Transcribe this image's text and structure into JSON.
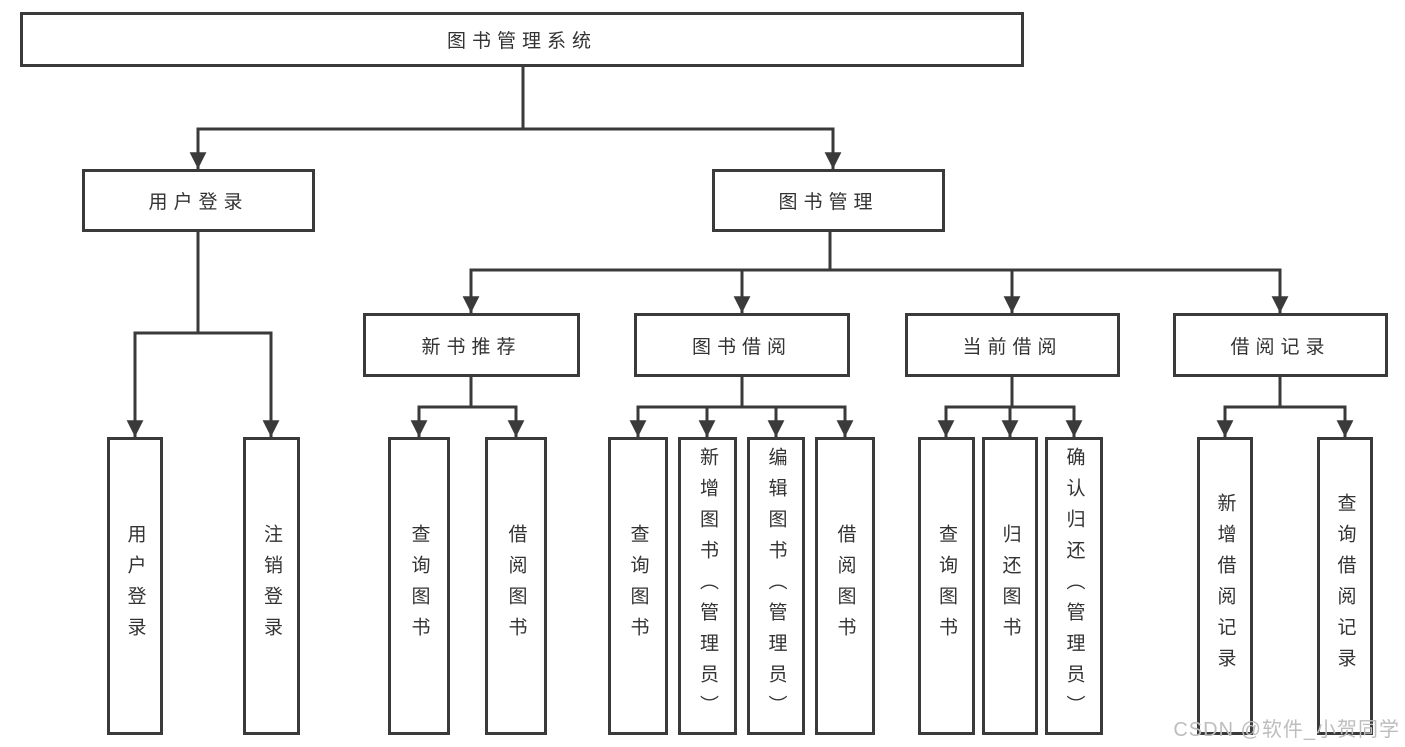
{
  "title": "图书管理系统",
  "branches": [
    {
      "label": "用户登录",
      "children": [
        "用户登录",
        "注销登录"
      ]
    },
    {
      "label": "图书管理",
      "sections": [
        {
          "label": "新书推荐",
          "children": [
            "查询图书",
            "借阅图书"
          ]
        },
        {
          "label": "图书借阅",
          "children": [
            "查询图书",
            "新增图书（管理员）",
            "编辑图书（管理员）",
            "借阅图书"
          ]
        },
        {
          "label": "当前借阅",
          "children": [
            "查询图书",
            "归还图书",
            "确认归还（管理员）"
          ]
        },
        {
          "label": "借阅记录",
          "children": [
            "新增借阅记录",
            "查询借阅记录"
          ]
        }
      ]
    }
  ],
  "watermark": "CSDN @软件_小贺同学",
  "colors": {
    "line": "#3a3a3a",
    "text": "#333333",
    "watermark": "#bdbdbd",
    "background": "#ffffff"
  }
}
